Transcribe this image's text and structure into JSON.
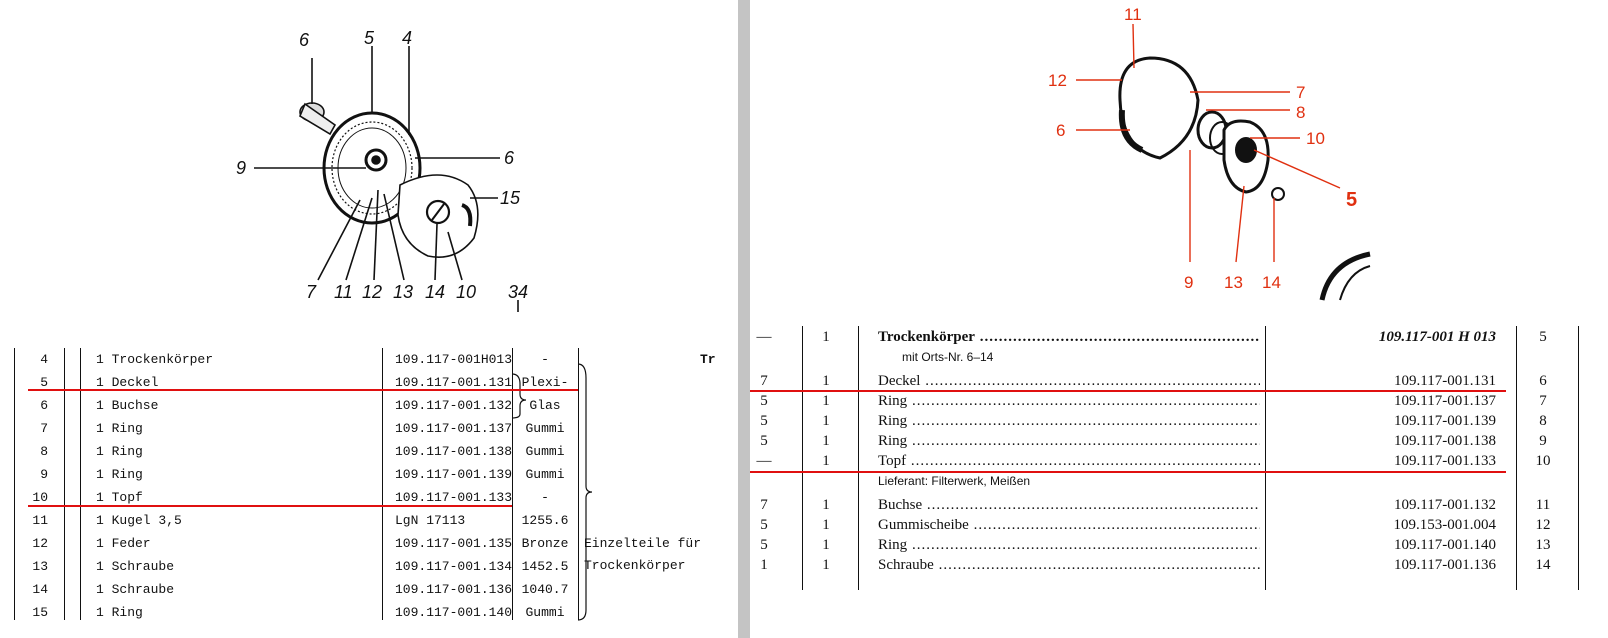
{
  "left": {
    "drawing": {
      "callouts": [
        "6",
        "5",
        "4",
        "9",
        "6",
        "15",
        "7",
        "11",
        "12",
        "13",
        "14",
        "10"
      ],
      "page_number": "34"
    },
    "rows": [
      {
        "pos": "4",
        "name": "1 Trockenkörper",
        "number": "109.117-001H013",
        "material": "-"
      },
      {
        "pos": "5",
        "name": "1 Deckel",
        "number": "109.117-001.131",
        "material": "Plexi-"
      },
      {
        "pos": "6",
        "name": "1 Buchse",
        "number": "109.117-001.132",
        "material": "Glas"
      },
      {
        "pos": "7",
        "name": "1 Ring",
        "number": "109.117-001.137",
        "material": "Gummi"
      },
      {
        "pos": "8",
        "name": "1 Ring",
        "number": "109.117-001.138",
        "material": "Gummi"
      },
      {
        "pos": "9",
        "name": "1 Ring",
        "number": "109.117-001.139",
        "material": "Gummi"
      },
      {
        "pos": "10",
        "name": "1 Topf",
        "number": "109.117-001.133",
        "material": "-"
      },
      {
        "pos": "11",
        "name": "1 Kugel 3,5",
        "number": "LgN 17113",
        "material": "1255.6"
      },
      {
        "pos": "12",
        "name": "1 Feder",
        "number": "109.117-001.135",
        "material": "Bronze"
      },
      {
        "pos": "13",
        "name": "1 Schraube",
        "number": "109.117-001.134",
        "material": "1452.5"
      },
      {
        "pos": "14",
        "name": "1 Schraube",
        "number": "109.117-001.136",
        "material": "1040.7"
      },
      {
        "pos": "15",
        "name": "1 Ring",
        "number": "109.117-001.140",
        "material": "Gummi"
      }
    ],
    "cut_text": "Tr",
    "note_line1": "Einzelteile für",
    "note_line2": "Trockenkörper"
  },
  "right": {
    "drawing": {
      "callouts": [
        "11",
        "12",
        "7",
        "8",
        "6",
        "10",
        "5",
        "9",
        "13",
        "14"
      ]
    },
    "header": {
      "qty": "—",
      "count": "1",
      "name": "Trockenkörper",
      "number": "109.117-001 H 013",
      "pos": "5"
    },
    "header_sub": "mit Orts-Nr. 6–14",
    "rows": [
      {
        "qty": "7",
        "count": "1",
        "name": "Deckel",
        "number": "109.117-001.131",
        "pos": "6"
      },
      {
        "qty": "5",
        "count": "1",
        "name": "Ring",
        "number": "109.117-001.137",
        "pos": "7"
      },
      {
        "qty": "5",
        "count": "1",
        "name": "Ring",
        "number": "109.117-001.139",
        "pos": "8"
      },
      {
        "qty": "5",
        "count": "1",
        "name": "Ring",
        "number": "109.117-001.138",
        "pos": "9"
      },
      {
        "qty": "—",
        "count": "1",
        "name": "Topf",
        "number": "109.117-001.133",
        "pos": "10"
      }
    ],
    "supplier_note": "Lieferant: Filterwerk, Meißen",
    "rows2": [
      {
        "qty": "7",
        "count": "1",
        "name": "Buchse",
        "number": "109.117-001.132",
        "pos": "11"
      },
      {
        "qty": "5",
        "count": "1",
        "name": "Gummischeibe",
        "number": "109.153-001.004",
        "pos": "12"
      },
      {
        "qty": "5",
        "count": "1",
        "name": "Ring",
        "number": "109.117-001.140",
        "pos": "13"
      },
      {
        "qty": "1",
        "count": "1",
        "name": "Schraube",
        "number": "109.117-001.136",
        "pos": "14"
      }
    ]
  },
  "colors": {
    "highlight": "#e01010",
    "callout_red": "#e03010",
    "divider": "#c4c4c4"
  }
}
